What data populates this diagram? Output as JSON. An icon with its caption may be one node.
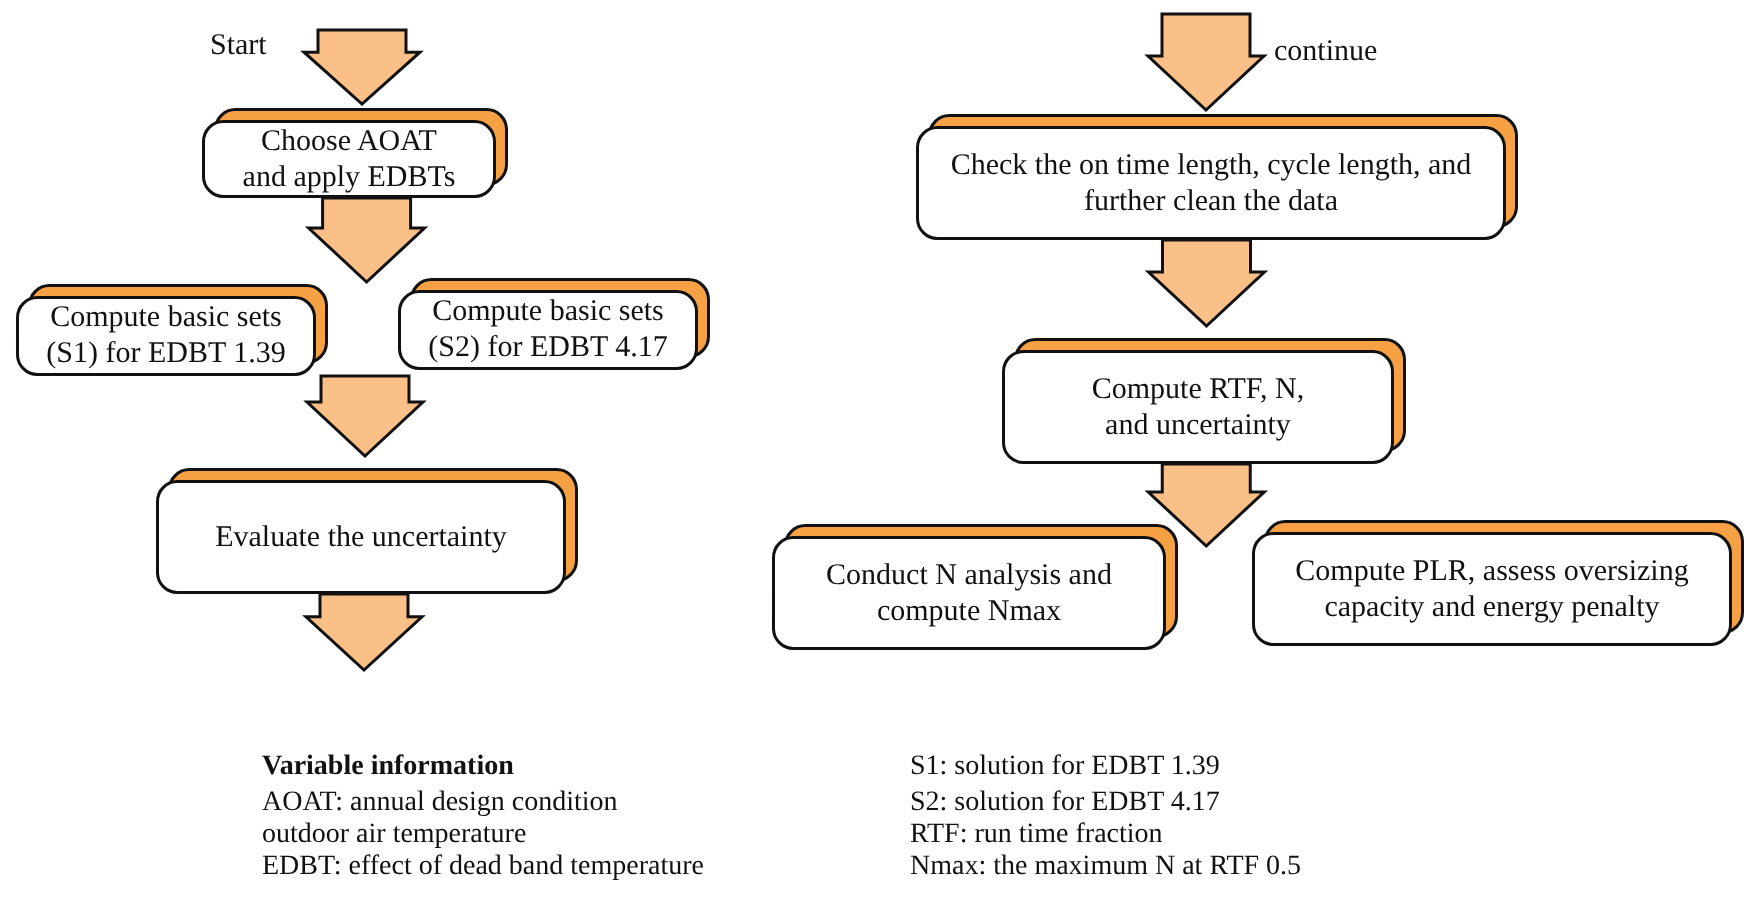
{
  "diagram": {
    "nodes": [
      {
        "text": [
          "Choose AOAT and apply EDBTs"
        ]
      },
      {
        "text": [
          "Compute basic sets (S1) for EDBT 1.39"
        ]
      },
      {
        "text": [
          "Compute basic sets (S2) for EDBT 4.17"
        ]
      },
      {
        "text": [
          "Evaluate the uncertainty"
        ]
      },
      {
        "text": [
          "Check the on time length, cycle length, and further clean the data"
        ]
      },
      {
        "text": [
          "Compute RTF, N, and uncertainty"
        ]
      },
      {
        "text": [
          "Conduct N analysis and compute Nmax"
        ]
      },
      {
        "text": [
          "Compute PLR, assess oversizing capacity and energy penalty"
        ]
      }
    ],
    "edges": [
      {
        "from": null,
        "to": 0,
        "arrow": "to"
      },
      {
        "from": 0,
        "to": 1,
        "arrow": "to"
      },
      {
        "from": 0,
        "to": 2,
        "arrow": "to"
      },
      {
        "from": 1,
        "to": 3,
        "arrow": "to"
      },
      {
        "from": 2,
        "to": 3,
        "arrow": "to"
      },
      {
        "from": 3,
        "to": null,
        "arrow": "to"
      },
      {
        "from": null,
        "to": 4,
        "arrow": "to"
      },
      {
        "from": 4,
        "to": 5,
        "arrow": "to"
      },
      {
        "from": 5,
        "to": 6,
        "arrow": "to"
      },
      {
        "from": 5,
        "to": 7,
        "arrow": "to"
      }
    ],
    "labels": [
      "Start",
      "continue",
      "Variable information",
      "AOAT: annual design condition",
      "outdoor air temperature",
      "EDBT: effect of dead band temperature",
      "S1: solution for EDBT 1.39",
      "S2: solution for EDBT 4.17",
      "RTF: run time fraction",
      "Nmax: the maximum N at RTF 0.5"
    ]
  }
}
